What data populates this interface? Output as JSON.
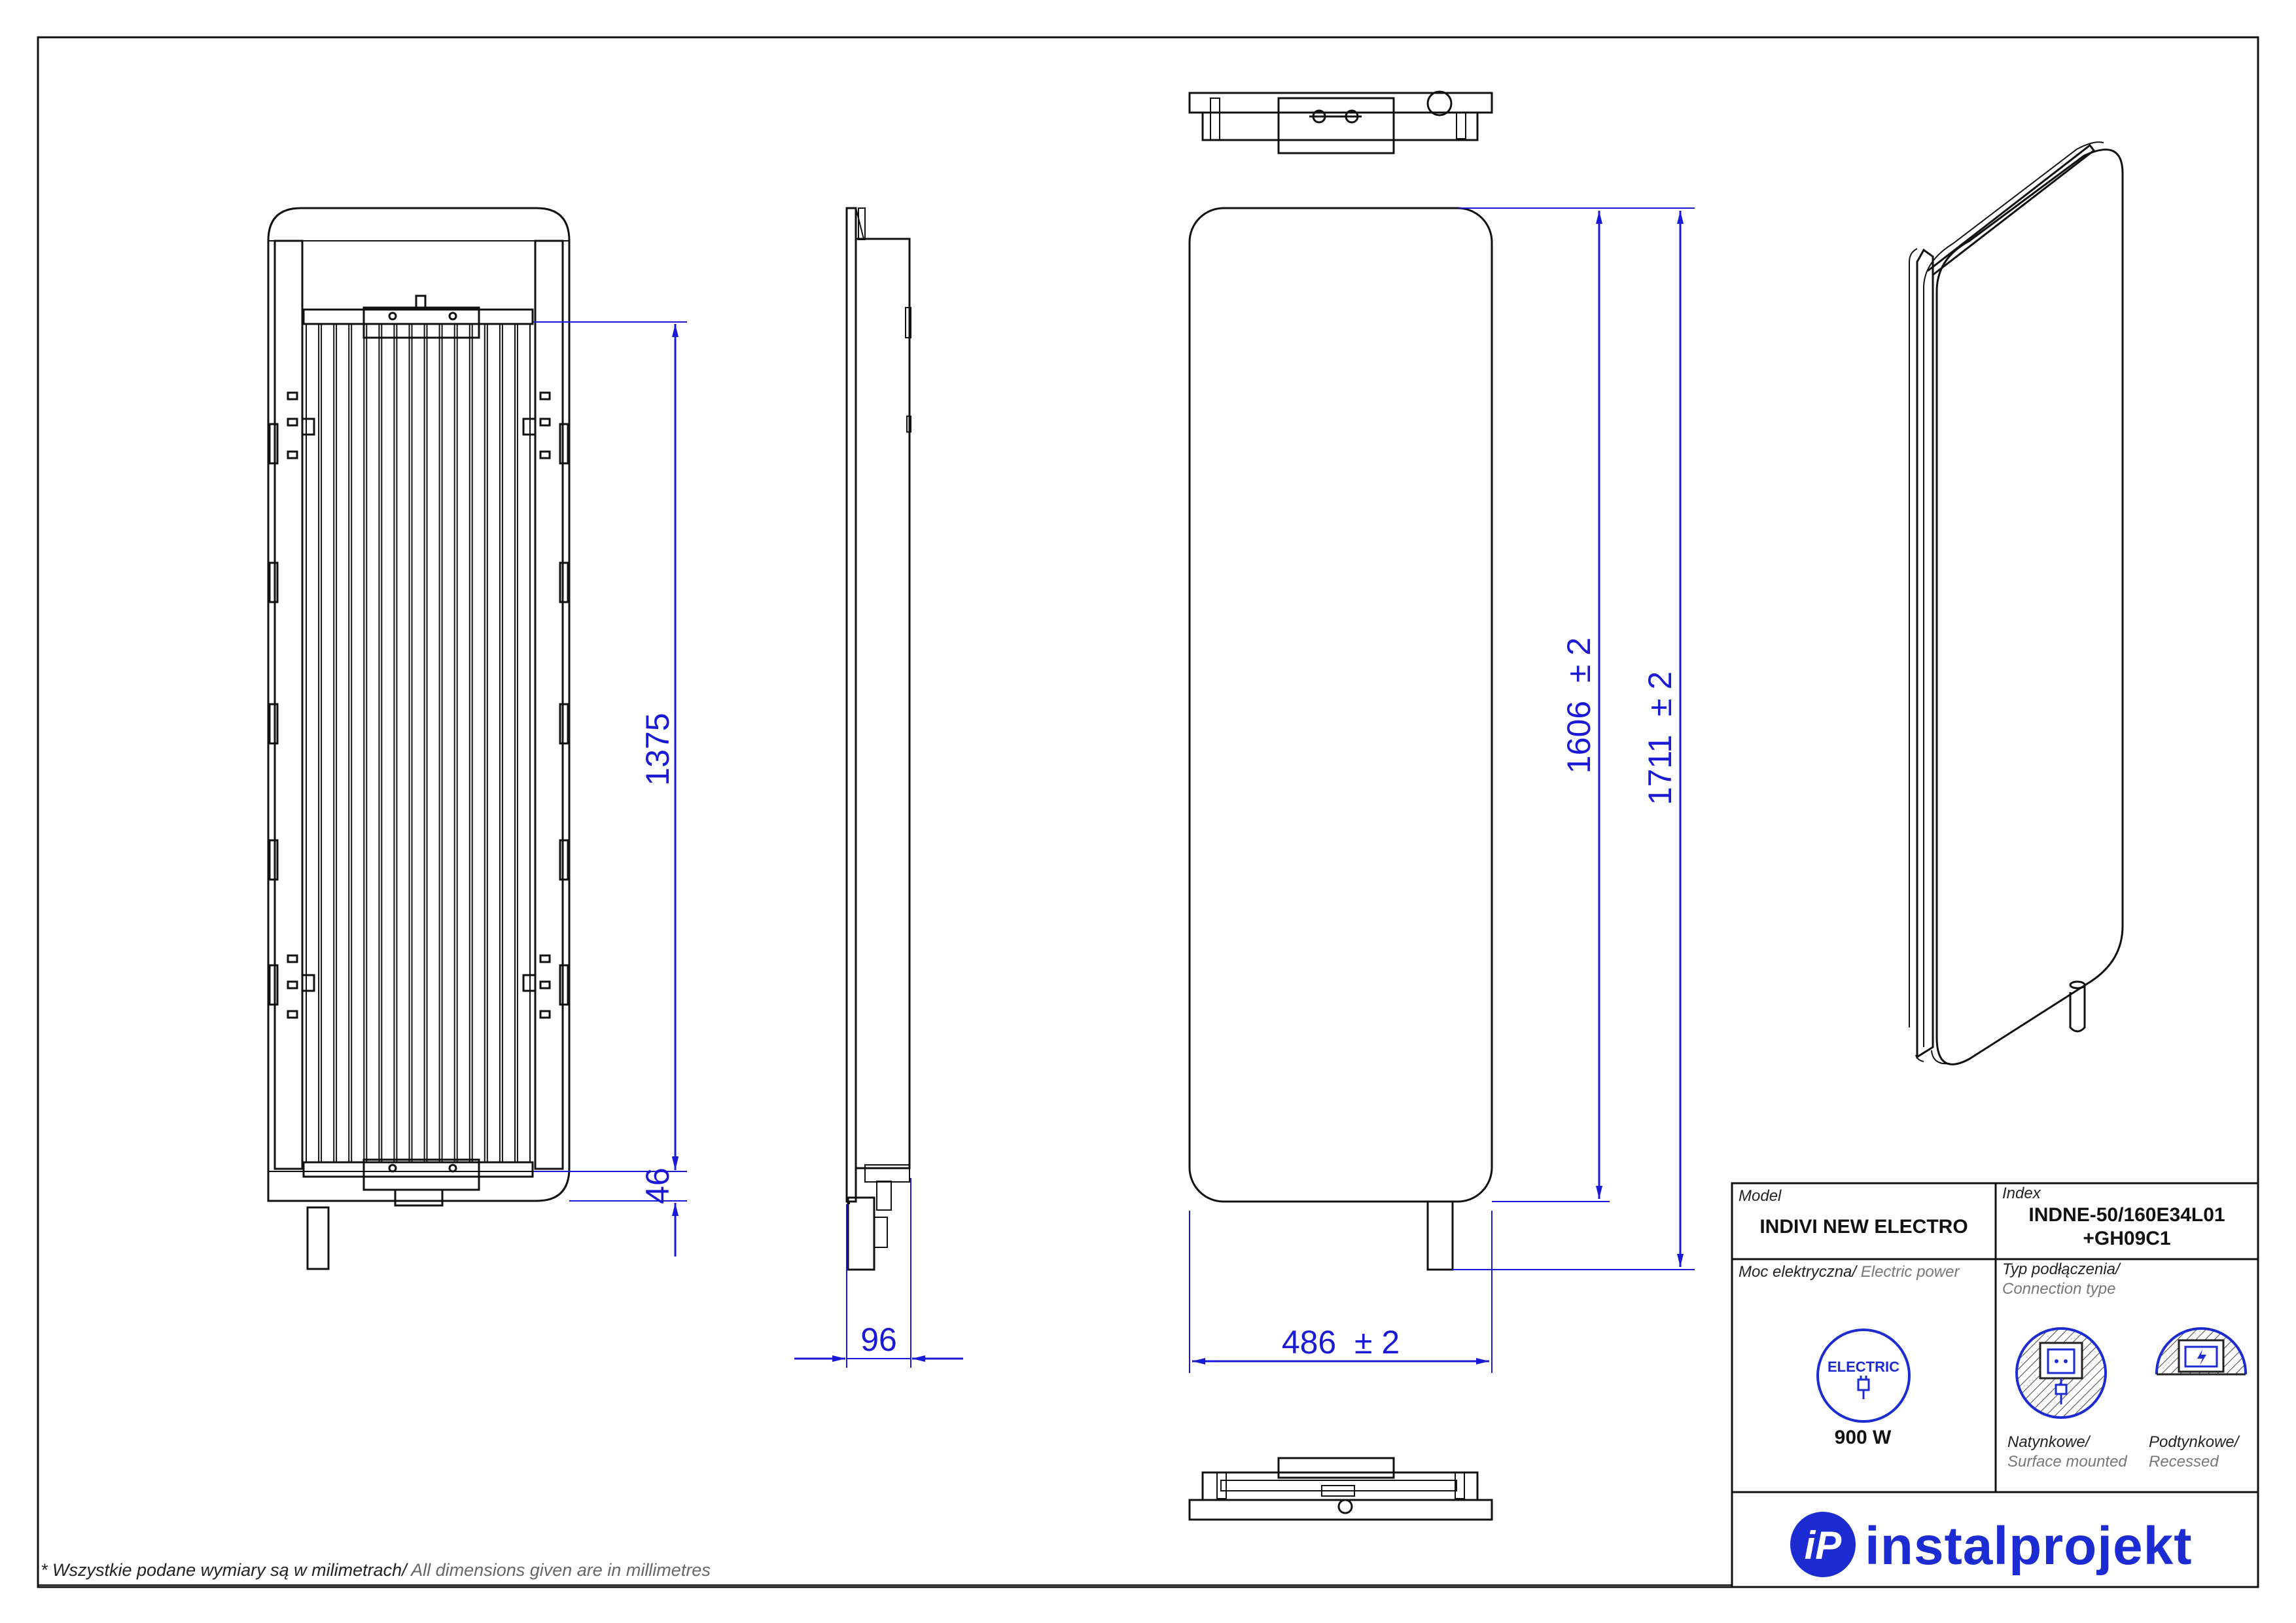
{
  "dimensions": {
    "tube_length": "1375",
    "bottom_offset": "46",
    "depth": "96",
    "width": "486  ± 2",
    "panel_height": "1606  ± 2",
    "total_height": "1711  ± 2"
  },
  "title_block": {
    "model_label": "Model",
    "model_value": "INDIVI NEW ELECTRO",
    "index_label": "Index",
    "index_line1": "INDNE-50/160E34L01",
    "index_line2": "+GH09C1",
    "power_label_pl": "Moc elektryczna/",
    "power_label_en": " Electric power",
    "power_icon_text": "ELECTRIC",
    "power_value": "900 W",
    "connection_label_pl": "Typ podłączenia/",
    "connection_label_en": "Connection type",
    "surface_pl": "Natynkowe/",
    "surface_en": "Surface mounted",
    "recessed_pl": "Podtynkowe/",
    "recessed_en": "Recessed"
  },
  "footnote": {
    "pl": "* Wszystkie podane wymiary są w milimetrach/",
    "en": " All dimensions given are in millimetres"
  },
  "brand": {
    "name": "instalprojekt",
    "logo_initials": "iP",
    "color": "#1c2bd2"
  },
  "colors": {
    "dimension": "#1a1ad6",
    "line": "#111111"
  }
}
